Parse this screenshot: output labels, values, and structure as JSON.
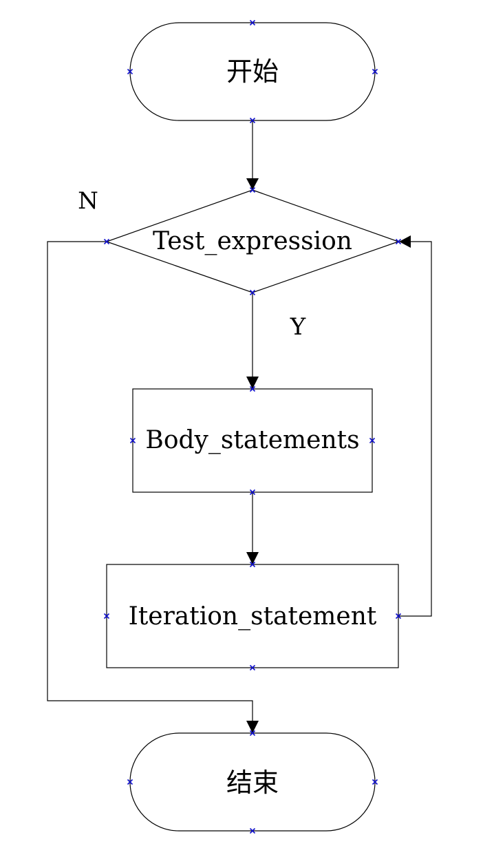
{
  "diagram": {
    "start_label": "开始",
    "decision_label": "Test_expression",
    "body_label": "Body_statements",
    "iteration_label": "Iteration_statement",
    "end_label": "结束",
    "yes_label": "Y",
    "no_label": "N"
  },
  "colors": {
    "line": "#000000",
    "port_marker": "#1010cc",
    "background": "#ffffff"
  }
}
